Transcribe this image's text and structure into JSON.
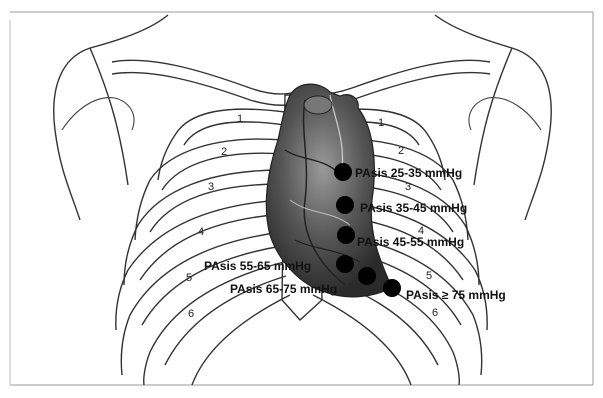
{
  "figure": {
    "rib_numbers_left": [
      "1",
      "2",
      "3",
      "4",
      "5",
      "6"
    ],
    "rib_numbers_right": [
      "1",
      "2",
      "3",
      "4",
      "5",
      "6"
    ],
    "points": [
      {
        "label": "PAsis 25-35 mmHg"
      },
      {
        "label": "PAsis 35-45 mmHg"
      },
      {
        "label": "PAsis 45-55 mmHg"
      },
      {
        "label": "PAsis 55-65 mmHg"
      },
      {
        "label": "PAsis 65-75 mmHg"
      },
      {
        "label": "PAsis ≥ 75 mmHg"
      }
    ]
  },
  "colors": {
    "marker": "#000000",
    "heart_dark": "#3a3a3a",
    "heart_mid": "#6e6e6e",
    "line": "#333333"
  }
}
